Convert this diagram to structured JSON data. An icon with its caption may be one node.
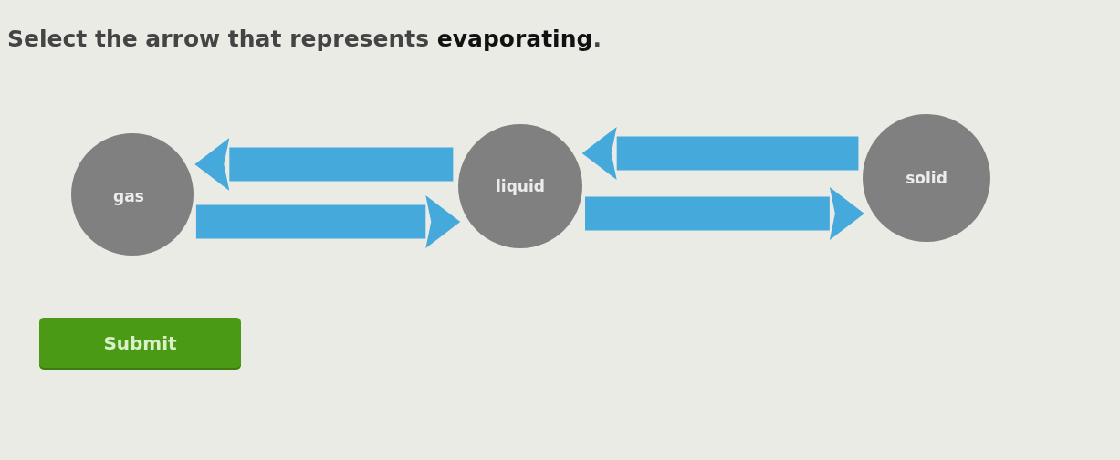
{
  "diagram": {
    "title": "Select the arrow that represents **evaporating**.",
    "nodes": [
      {
        "text": [
          "gas"
        ]
      },
      {
        "text": [
          "liquid"
        ]
      },
      {
        "text": [
          "solid"
        ]
      }
    ],
    "edges": [
      {
        "from": 1,
        "to": 0,
        "arrow": "to"
      },
      {
        "from": 0,
        "to": 1,
        "arrow": "to"
      },
      {
        "from": 2,
        "to": 1,
        "arrow": "to"
      },
      {
        "from": 1,
        "to": 2,
        "arrow": "to"
      }
    ],
    "labels": [
      "Submit"
    ]
  }
}
